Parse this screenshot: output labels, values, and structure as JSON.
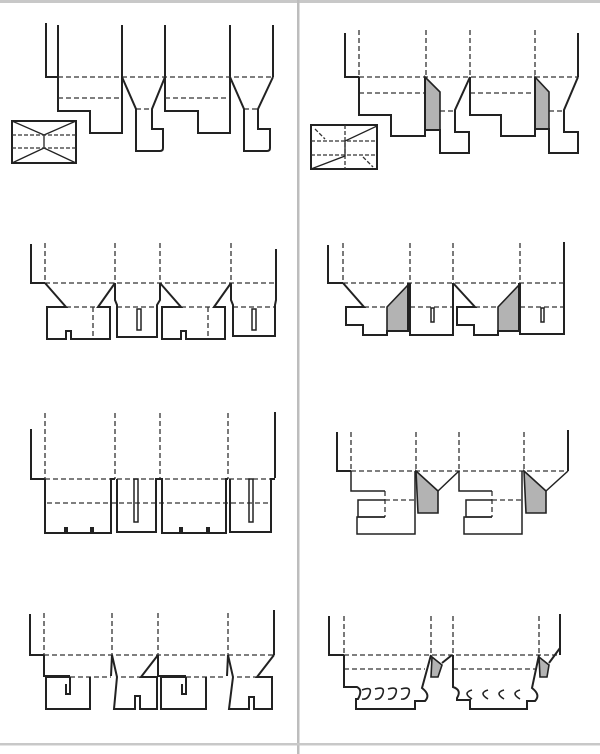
{
  "colors": {
    "line": "#222222",
    "fold_line": "#333333",
    "shaded_glue_flap": "#b3b3b3",
    "frame": "#c8c8c8",
    "background": "#ffffff"
  },
  "layout": {
    "columns": 2,
    "rows": 4,
    "panels": [
      "box-net-1a",
      "box-net-1b",
      "box-net-2a",
      "box-net-2b",
      "box-net-3a",
      "box-net-3b",
      "box-net-4a",
      "box-net-4b"
    ]
  }
}
